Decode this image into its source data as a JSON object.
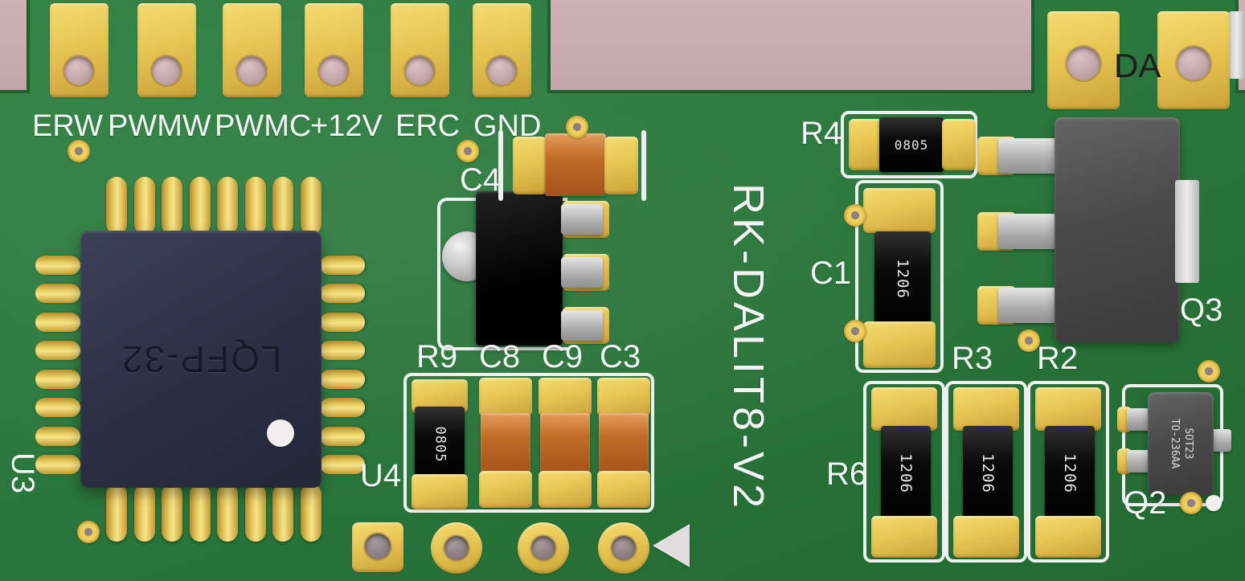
{
  "colors": {
    "background_pink": "#c9adb0",
    "board_green": "#2a773c",
    "pad_gold": "#e7c653",
    "silkscreen_white": "#efefef"
  },
  "board": {
    "title_vertical": "RK-DALIT8-V2"
  },
  "top_connectors": {
    "labels": [
      "ERW",
      "PWMW",
      "PWMC",
      "+12V",
      "ERC",
      "GND"
    ]
  },
  "da_connector": {
    "label": "DA"
  },
  "components": {
    "u3": {
      "refdes": "U3",
      "package_marking": "LQFP-32"
    },
    "u4": {
      "refdes": "U4"
    },
    "c4": {
      "refdes": "C4"
    },
    "r9": {
      "refdes": "R9",
      "marking": "0805"
    },
    "c8": {
      "refdes": "C8"
    },
    "c9": {
      "refdes": "C9"
    },
    "c3": {
      "refdes": "C3"
    },
    "r4": {
      "refdes": "R4",
      "marking": "0805"
    },
    "c1": {
      "refdes": "C1",
      "marking": "1206"
    },
    "q3": {
      "refdes": "Q3"
    },
    "r6": {
      "refdes": "R6",
      "marking": "1206"
    },
    "r3": {
      "refdes": "R3",
      "marking": "1206"
    },
    "r2": {
      "refdes": "R2",
      "marking": "1206"
    },
    "q2": {
      "refdes": "Q2",
      "marking_line1": "SOT23",
      "marking_line2": "TO-236AA"
    }
  }
}
